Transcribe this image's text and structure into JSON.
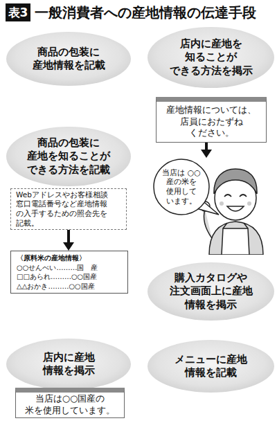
{
  "diagram": {
    "title": "一般消費者への産地情報の伝達手段",
    "nodes": [
      {
        "text": [
          "商品の包装に 産地情報を記載"
        ]
      },
      {
        "text": [
          "店内に産地を 知ることが できる方法を掲示"
        ]
      },
      {
        "text": [
          "産地情報については、 店員におたずね ください。"
        ]
      },
      {
        "text": [
          "当店は ○○産の米を 使用して います。"
        ]
      },
      {
        "text": [
          "商品の包装に 産地を知ることが できる方法を記載"
        ]
      },
      {
        "text": [
          "Webアドレスやお客様相談 窓口電話番号など産地情報 の入手するための照会先を 記載。"
        ]
      },
      {
        "text": [
          "〈原料米の産地情報〉",
          "○○せんべい………国　産",
          "□□あられ………○○国産",
          "△△おかき………○○国産"
        ]
      },
      {
        "text": [
          "購入カタログや 注文画面上に産地 情報を掲示"
        ]
      },
      {
        "text": [
          "店内に産地 情報を掲示"
        ]
      },
      {
        "text": [
          "当店は○○国産の 米を使用しています。"
        ]
      },
      {
        "text": [
          "メニューに産地 情報を記載"
        ]
      }
    ],
    "edges": [
      {
        "from": 2,
        "to": 3,
        "arrow": "to"
      },
      {
        "from": 5,
        "to": 6,
        "arrow": "to"
      }
    ],
    "labels": [
      "表3"
    ]
  }
}
